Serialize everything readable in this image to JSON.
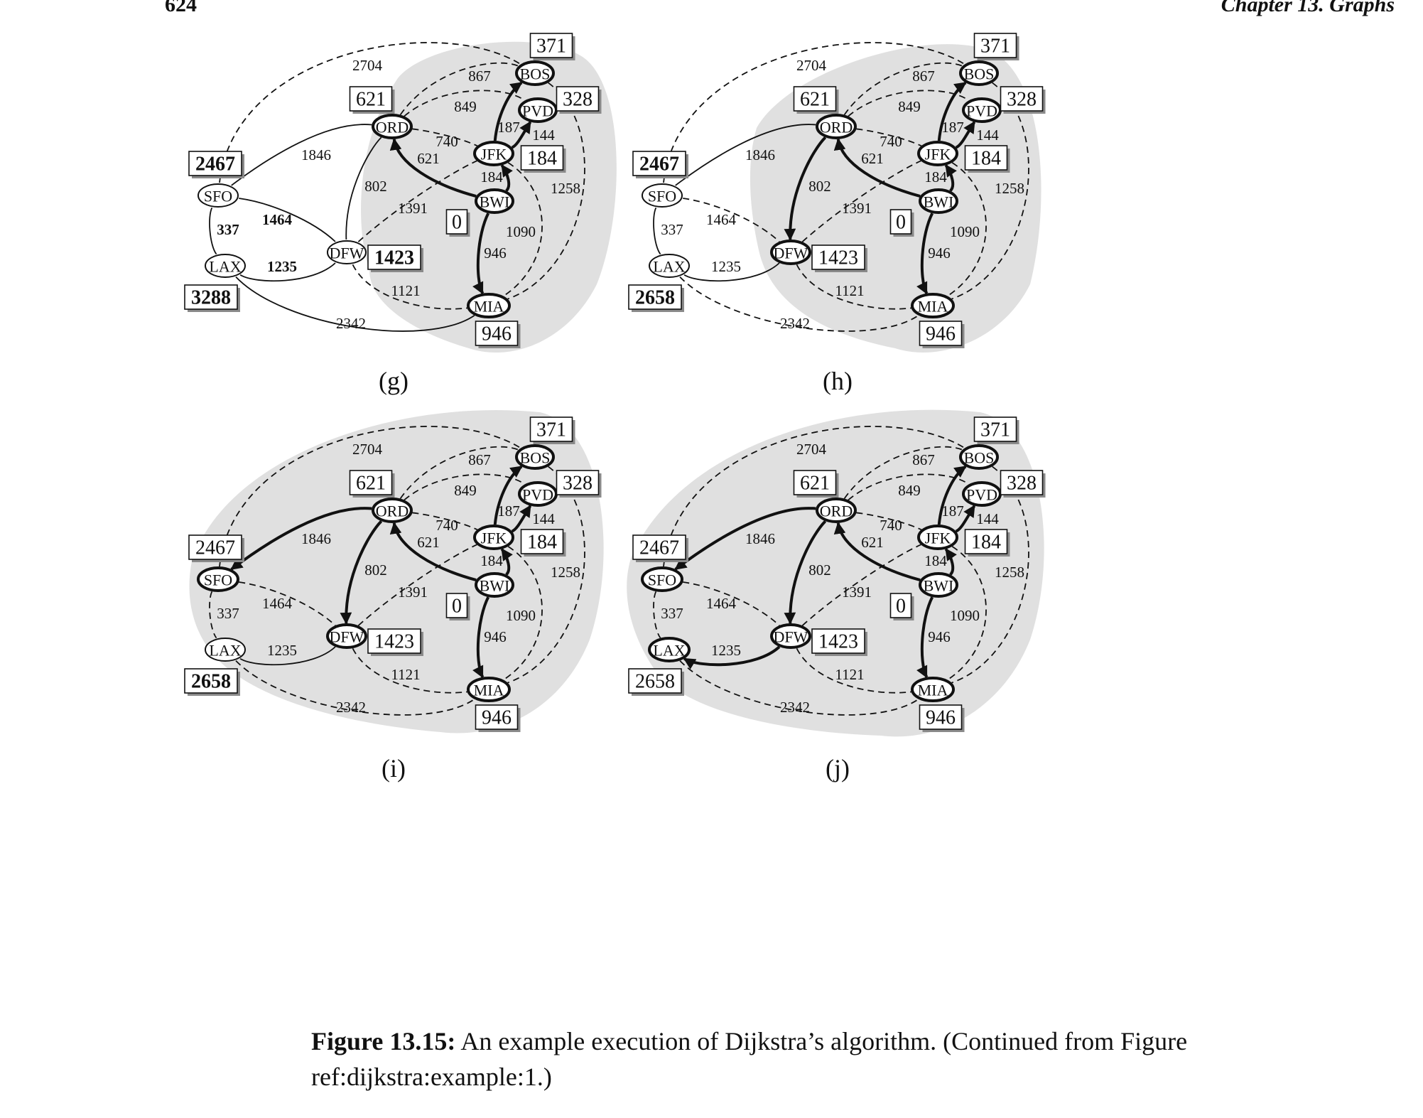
{
  "header": {
    "left": "624",
    "right": "Chapter 13. Graphs"
  },
  "caption": {
    "label": "Figure 13.15:",
    "text": "An example execution of Dijkstra’s algorithm. (Continued from Figure ref:dijkstra:example:1.)"
  },
  "figure": {
    "nodes": [
      "BOS",
      "PVD",
      "ORD",
      "JFK",
      "SFO",
      "BWI",
      "DFW",
      "LAX",
      "MIA"
    ],
    "edges": [
      {
        "a": "SFO",
        "b": "BOS",
        "w": "2704"
      },
      {
        "a": "ORD",
        "b": "BOS",
        "w": "867"
      },
      {
        "a": "ORD",
        "b": "PVD",
        "w": "849"
      },
      {
        "a": "JFK",
        "b": "BOS",
        "w": "187"
      },
      {
        "a": "JFK",
        "b": "PVD",
        "w": "144"
      },
      {
        "a": "ORD",
        "b": "JFK",
        "w": "740"
      },
      {
        "a": "SFO",
        "b": "ORD",
        "w": "1846"
      },
      {
        "a": "BWI",
        "b": "ORD",
        "w": "621"
      },
      {
        "a": "BWI",
        "b": "JFK",
        "w": "184"
      },
      {
        "a": "DFW",
        "b": "ORD",
        "w": "802"
      },
      {
        "a": "BOS",
        "b": "MIA",
        "w": "1258"
      },
      {
        "a": "DFW",
        "b": "JFK",
        "w": "1391"
      },
      {
        "a": "SFO",
        "b": "DFW",
        "w": "1464"
      },
      {
        "a": "SFO",
        "b": "LAX",
        "w": "337"
      },
      {
        "a": "JFK",
        "b": "MIA",
        "w": "1090"
      },
      {
        "a": "BWI",
        "b": "MIA",
        "w": "946"
      },
      {
        "a": "LAX",
        "b": "DFW",
        "w": "1235"
      },
      {
        "a": "DFW",
        "b": "MIA",
        "w": "1121"
      },
      {
        "a": "LAX",
        "b": "MIA",
        "w": "2342"
      }
    ],
    "panels": [
      {
        "label": "(g)",
        "dist": {
          "BOS": "371",
          "PVD": "328",
          "ORD": "621",
          "JFK": "184",
          "SFO": "2467",
          "BWI": "0",
          "DFW": "1423",
          "LAX": "3288",
          "MIA": "946"
        },
        "bold_dist": [
          "SFO",
          "DFW",
          "LAX"
        ],
        "bold_nodes": [
          "BOS",
          "PVD",
          "ORD",
          "JFK",
          "BWI",
          "MIA"
        ],
        "tree": [
          {
            "from": "BWI",
            "to": "ORD"
          },
          {
            "from": "BWI",
            "to": "JFK"
          },
          {
            "from": "JFK",
            "to": "BOS"
          },
          {
            "from": "JFK",
            "to": "PVD"
          },
          {
            "from": "BWI",
            "to": "MIA"
          }
        ],
        "solid": [
          "SFO-ORD",
          "SFO-DFW",
          "SFO-LAX",
          "LAX-DFW",
          "LAX-MIA",
          "DFW-ORD"
        ],
        "bold_weights": [
          "SFO-DFW",
          "SFO-LAX",
          "LAX-DFW"
        ]
      },
      {
        "label": "(h)",
        "dist": {
          "BOS": "371",
          "PVD": "328",
          "ORD": "621",
          "JFK": "184",
          "SFO": "2467",
          "BWI": "0",
          "DFW": "1423",
          "LAX": "2658",
          "MIA": "946"
        },
        "bold_dist": [
          "SFO",
          "LAX"
        ],
        "bold_nodes": [
          "BOS",
          "PVD",
          "ORD",
          "JFK",
          "BWI",
          "MIA",
          "DFW"
        ],
        "tree": [
          {
            "from": "BWI",
            "to": "ORD"
          },
          {
            "from": "BWI",
            "to": "JFK"
          },
          {
            "from": "JFK",
            "to": "BOS"
          },
          {
            "from": "JFK",
            "to": "PVD"
          },
          {
            "from": "BWI",
            "to": "MIA"
          },
          {
            "from": "ORD",
            "to": "DFW"
          }
        ],
        "solid": [
          "SFO-ORD",
          "SFO-LAX",
          "LAX-DFW"
        ],
        "bold_weights": []
      },
      {
        "label": "(i)",
        "dist": {
          "BOS": "371",
          "PVD": "328",
          "ORD": "621",
          "JFK": "184",
          "SFO": "2467",
          "BWI": "0",
          "DFW": "1423",
          "LAX": "2658",
          "MIA": "946"
        },
        "bold_dist": [
          "LAX"
        ],
        "bold_nodes": [
          "BOS",
          "PVD",
          "ORD",
          "JFK",
          "BWI",
          "MIA",
          "DFW",
          "SFO"
        ],
        "tree": [
          {
            "from": "BWI",
            "to": "ORD"
          },
          {
            "from": "BWI",
            "to": "JFK"
          },
          {
            "from": "JFK",
            "to": "BOS"
          },
          {
            "from": "JFK",
            "to": "PVD"
          },
          {
            "from": "BWI",
            "to": "MIA"
          },
          {
            "from": "ORD",
            "to": "DFW"
          },
          {
            "from": "ORD",
            "to": "SFO"
          }
        ],
        "solid": [
          "LAX-DFW"
        ],
        "bold_weights": []
      },
      {
        "label": "(j)",
        "dist": {
          "BOS": "371",
          "PVD": "328",
          "ORD": "621",
          "JFK": "184",
          "SFO": "2467",
          "BWI": "0",
          "DFW": "1423",
          "LAX": "2658",
          "MIA": "946"
        },
        "bold_dist": [],
        "bold_nodes": [
          "BOS",
          "PVD",
          "ORD",
          "JFK",
          "BWI",
          "MIA",
          "DFW",
          "SFO",
          "LAX"
        ],
        "tree": [
          {
            "from": "BWI",
            "to": "ORD"
          },
          {
            "from": "BWI",
            "to": "JFK"
          },
          {
            "from": "JFK",
            "to": "BOS"
          },
          {
            "from": "JFK",
            "to": "PVD"
          },
          {
            "from": "BWI",
            "to": "MIA"
          },
          {
            "from": "ORD",
            "to": "DFW"
          },
          {
            "from": "ORD",
            "to": "SFO"
          },
          {
            "from": "DFW",
            "to": "LAX"
          }
        ],
        "solid": [],
        "bold_weights": []
      }
    ]
  }
}
